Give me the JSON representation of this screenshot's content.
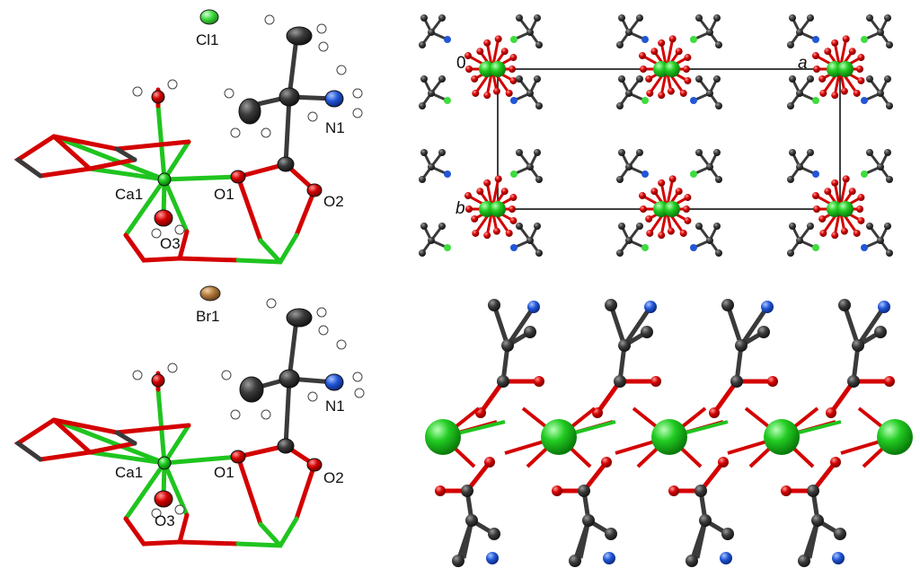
{
  "colors": {
    "calcium": "#1fc41f",
    "oxygen": "#d40000",
    "carbon": "#3a3a3a",
    "nitrogen": "#2256d6",
    "hydrogen": "#ffffff",
    "chlorine": "#3fdc3f",
    "bromine": "#b07a3c"
  },
  "panels": {
    "top_left": {
      "labels": {
        "halide": "Cl1",
        "n1": "N1",
        "ca1": "Ca1",
        "o1": "O1",
        "o2": "O2",
        "o3": "O3"
      }
    },
    "bottom_left": {
      "labels": {
        "halide": "Br1",
        "n1": "N1",
        "ca1": "Ca1",
        "o1": "O1",
        "o2": "O2",
        "o3": "O3"
      }
    },
    "top_right": {
      "axis_labels": {
        "origin": "0",
        "a": "a",
        "b": "b"
      }
    }
  }
}
